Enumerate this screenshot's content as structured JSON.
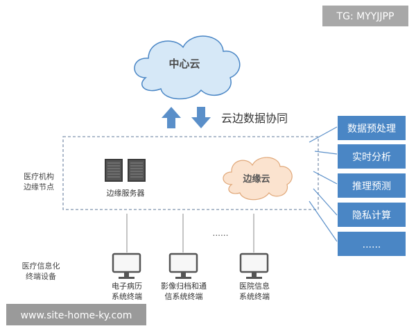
{
  "watermark_top": "TG: MYYJJPP",
  "watermark_bottom": "www.site-home-ky.com",
  "center_cloud": "中心云",
  "cloud_edge_sync": "云边数据协同",
  "edge_node_label": [
    "医疗机构",
    "边缘节点"
  ],
  "edge_server": "边缘服务器",
  "edge_cloud": "边缘云",
  "capabilities": [
    "数据预处理",
    "实时分析",
    "推理预测",
    "隐私计算",
    "......"
  ],
  "terminal_group_label": [
    "医疗信息化",
    "终端设备"
  ],
  "terminals_ellipsis": "......",
  "terminals": [
    [
      "电子病历",
      "系统终端"
    ],
    [
      "影像归档和通",
      "信系统终端"
    ],
    [
      "医院信息",
      "系统终端"
    ]
  ],
  "colors": {
    "capability_box": "#4a86c5",
    "cloud_center_fill": "#d6e8f7",
    "cloud_center_stroke": "#4a86c5",
    "cloud_edge_fill": "#fbe3cf",
    "cloud_edge_stroke": "#e0a778",
    "arrow": "#5a8fc9",
    "dashed_border": "#7f93ad"
  }
}
